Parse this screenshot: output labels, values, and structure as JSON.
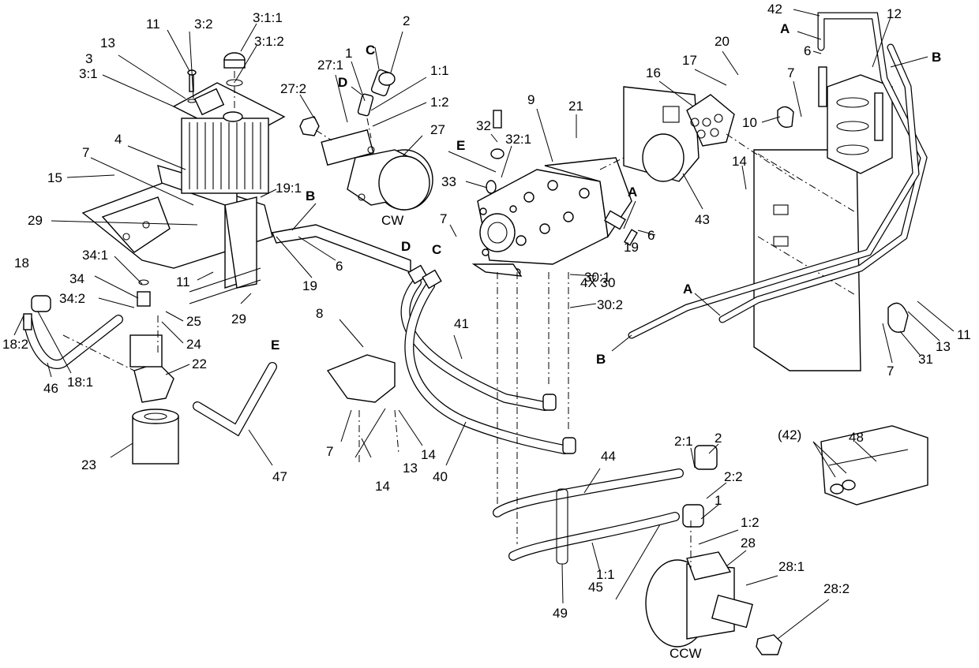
{
  "labels": {
    "l_11a": "11",
    "l_3_2": "3:2",
    "l_3_1_1": "3:1:1",
    "l_13a": "13",
    "l_3_1_2": "3:1:2",
    "l_3": "3",
    "l_3_1": "3:1",
    "l_27_1": "27:1",
    "l_27_2": "27:2",
    "l_1a": "1",
    "l_Ca": "C",
    "l_2a": "2",
    "l_Da": "D",
    "l_1_1a": "1:1",
    "l_1_2a": "1:2",
    "l_27": "27",
    "l_cw": "CW",
    "l_4": "4",
    "l_7a": "7",
    "l_15": "15",
    "l_19_1": "19:1",
    "l_Ba": "B",
    "l_29a": "29",
    "l_6a": "6",
    "l_19a": "19",
    "l_18": "18",
    "l_34_1": "34:1",
    "l_34": "34",
    "l_11b": "11",
    "l_34_2": "34:2",
    "l_29b": "29",
    "l_25": "25",
    "l_24": "24",
    "l_18_2": "18:2",
    "l_18_1": "18:1",
    "l_22": "22",
    "l_46": "46",
    "l_23": "23",
    "l_Ea": "E",
    "l_47": "47",
    "l_32": "32",
    "l_32_1": "32:1",
    "l_Eb": "E",
    "l_9": "9",
    "l_21": "21",
    "l_33": "33",
    "l_7b": "7",
    "l_Aa": "A",
    "l_Db": "D",
    "l_Cb": "C",
    "l_6b": "6",
    "l_19b": "19",
    "l_43": "43",
    "l_30_1": "30:1",
    "l_4x30": "4X 30",
    "l_30_2": "30:2",
    "l_8": "8",
    "l_41": "41",
    "l_7c": "7",
    "l_14a": "14",
    "l_13b": "13",
    "l_14b": "14",
    "l_40": "40",
    "l_42": "42",
    "l_Ab": "A",
    "l_12": "12",
    "l_6c": "6",
    "l_Bb": "B",
    "l_20": "20",
    "l_17": "17",
    "l_16": "16",
    "l_7d": "7",
    "l_10": "10",
    "l_14c": "14",
    "l_Ac": "A",
    "l_Bc": "B",
    "l_11c": "11",
    "l_13c": "13",
    "l_7e": "7",
    "l_31": "31",
    "l_2_1": "2:1",
    "l_2b": "2",
    "l_2_2": "2:2",
    "l_44": "44",
    "l_48": "48",
    "l_42p": "(42)",
    "l_1b": "1",
    "l_1_2b": "1:2",
    "l_28": "28",
    "l_28_1": "28:1",
    "l_1_1b": "1:1",
    "l_45": "45",
    "l_28_2": "28:2",
    "l_49": "49",
    "l_ccw": "CCW"
  }
}
